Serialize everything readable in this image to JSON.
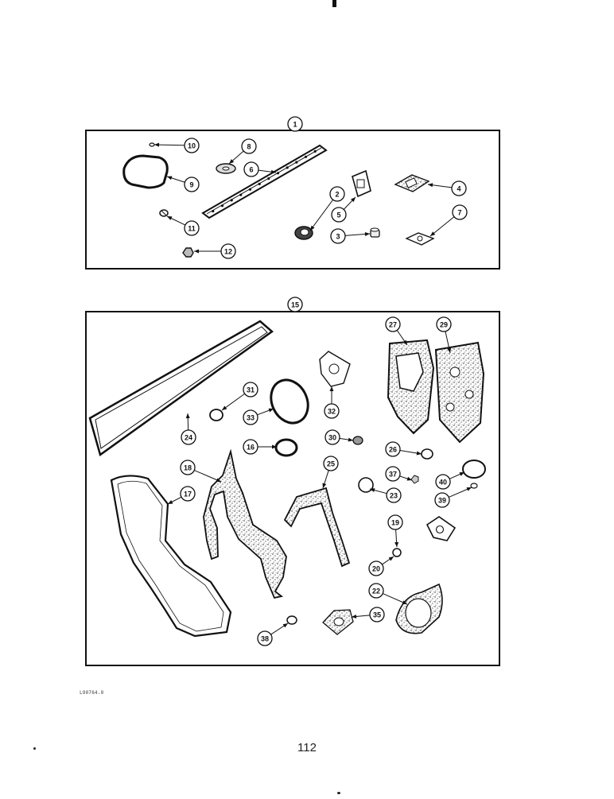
{
  "kits": [
    {
      "kit_number": "1",
      "items": [
        "2",
        "3",
        "4",
        "5",
        "6",
        "7",
        "8",
        "9",
        "10",
        "11",
        "12"
      ]
    },
    {
      "kit_number": "15",
      "items": [
        "16",
        "17",
        "18",
        "19",
        "20",
        "22",
        "23",
        "24",
        "25",
        "26",
        "27",
        "29",
        "30",
        "31",
        "32",
        "33",
        "35",
        "37",
        "38",
        "39",
        "40"
      ]
    }
  ],
  "figure_code": "L90764.0",
  "page_number": "112"
}
